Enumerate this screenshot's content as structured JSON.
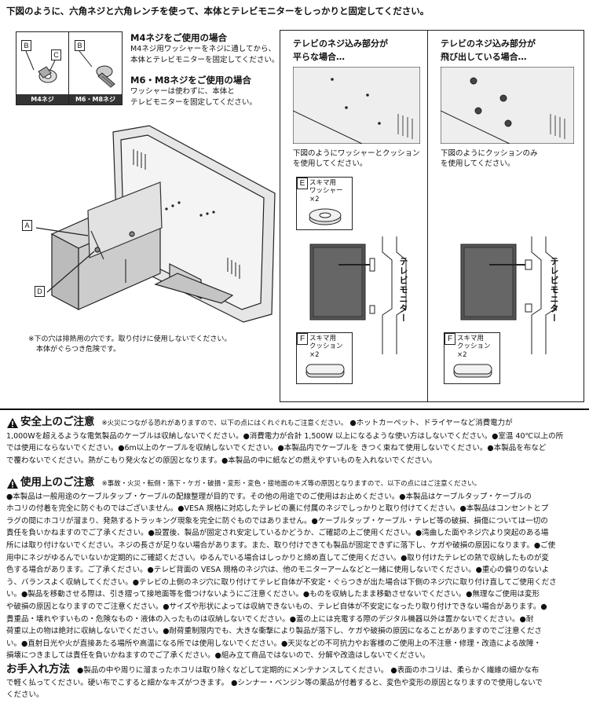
{
  "intro": "下図のように、六角ネジと六角レンチを使って、本体とテレビモニターをしっかりと固定してください。",
  "parts": {
    "left_caption": "M4ネジ",
    "right_caption": "M6・M8ネジ",
    "tags": [
      "B",
      "C",
      "B"
    ]
  },
  "m4": {
    "title": "M4ネジをご使用の場合",
    "lines": [
      "M4ネジ用ワッシャーをネジに通してから、",
      "本体とテレビモニターを固定してください。"
    ]
  },
  "m68": {
    "title": "M6・M8ネジをご使用の場合",
    "lines": [
      "ワッシャーは使わずに、本体と",
      "テレビモニターを固定してください。"
    ]
  },
  "diagram_labels": [
    "A",
    "D"
  ],
  "vent_note": [
    "※下の穴は排熱用の穴です。取り付けに使用しないでください。",
    "本体がぐらつき危険です。"
  ],
  "panel_left": {
    "title": [
      "テレビのネジ込み部分が",
      "平らな場合…"
    ],
    "desc": [
      "下図のようにワッシャーとクッション",
      "を使用してください。"
    ],
    "part_e": {
      "letter": "E",
      "name": "スキマ用",
      "name2": "ワッシャー",
      "qty": "×2"
    },
    "part_f": {
      "letter": "F",
      "name": "スキマ用",
      "name2": "クッション",
      "qty": "×2"
    },
    "tv_label": "テレビモニター"
  },
  "panel_right": {
    "title": [
      "テレビのネジ込み部分が",
      "飛び出している場合…"
    ],
    "desc": [
      "下図のようにクッションのみ",
      "を使用してください。"
    ],
    "part_f": {
      "letter": "F",
      "name": "スキマ用",
      "name2": "クッション",
      "qty": "×2"
    },
    "tv_label": "テレビモニター"
  },
  "safety": {
    "title": "安全上のご注意",
    "lead": "※火災につながる恐れがありますので、以下の点にはくれぐれもご注意ください。",
    "lines": [
      "●ホットカーペット、ドライヤーなど消費電力が",
      "1,000Wを超えるような電気製品のケーブルは収納しないでください。●消費電力が合計 1,500W 以上になるような使い方はしないでください。●室温 40℃以上の所",
      "では使用にならないでください。●6m以上のケーブルを収納しないでください。●本製品内でケーブルを きつく束ねて使用しないでください。●本製品を布など",
      "で覆わないでください。熱がこもり発火などの原因となります。●本製品の中に紙などの燃えやすいものを入れないでください。"
    ]
  },
  "usage": {
    "title": "使用上のご注意",
    "lead": "※事故・火災・転倒・落下・ケガ・破損・変形・変色・接地面のキズ等の原因となりますので、以下の点にはご注意ください。",
    "lines": [
      "●本製品は一般用途のケーブルタップ・ケーブルの配線整理が目的です。その他の用途でのご使用はお止めください。●本製品はケーブルタップ・ケーブルの",
      "ホコリの付着を完全に防ぐものではございません。●VESA 規格に対応したテレビの裏に付属のネジでしっかりと取り付けてください。●本製品はコンセントとプ",
      "ラグの間にホコリが溜まり、発熱するトラッキング現象を完全に防ぐものではありません。●ケーブルタップ・ケーブル・テレビ等の破損、損傷については一切の",
      "責任を負いかねますのでご了承ください。●設置後、製品が固定され安定しているかどうか、ご確認の上ご使用ください。●湾曲した面やネジ穴より突起のある場",
      "所には取り付けないでください。ネジの長さが足りない場合があります。また、取り付けできても製品が固定できずに落下し、ケガや破損の原因になります。●ご使",
      "用中にネジがゆるんでいないか定期的にご確認ください。ゆるんでいる場合はしっかりと締め直してご使用ください。●取り付けたテレビの熱で収納したものが変",
      "色する場合があります。ご了承ください。●テレビ背面の VESA 規格のネジ穴は、他のモニターアームなどと一緒に使用しないでください。●重心の偏りのないよ",
      "う、バランスよく収納してください。●テレビの上側のネジ穴に取り付けてテレビ自体が不安定・ぐらつきが出た場合は下側のネジ穴に取り付け直してご使用くださ",
      "い。●製品を移動させる際は、引き摺って接地面等を傷つけないようにご注意ください。●ものを収納したまま移動させないでください。●無理なご使用は変形",
      "や破損の原因となりますのでご注意ください。●サイズや形状によっては収納できないもの、テレビ自体が不安定になったり取り付けできない場合があります。●",
      "貴重品・壊れやすいもの・危険なもの・液体の入ったものは収納しないでください。●蓋の上には充電する際のデジタル機器以外は置かないでください。●耐",
      "荷重以上の物は絶対に収納しないでください。●耐荷重制限内でも、大きな衝撃により製品が落下し、ケガや破損の原因になることがありますのでご注意くださ",
      "い。●直射日光や火が直接あたる場所や高温になる所では使用しないでください。●天災などの不可抗力やお客様のご使用上の不注意・修理・改造による故障・",
      "損壊につきましては責任を負いかねますのでご了承ください。●組み立て商品ではないので、分解や改造はしないでください。"
    ]
  },
  "care": {
    "title": "お手入れ方法",
    "lines": [
      "●製品の中や周りに溜まったホコリは取り除くなどして定期的にメンテナンスしてください。 ●表面のホコリは、柔らかく繊維の細かな布",
      "で軽く払ってください。硬い布でこすると細かなキズがつきます。 ●シンナー・ベンジン等の薬品が付着すると、変色や変形の原因となりますので使用しないで",
      "ください。"
    ]
  }
}
